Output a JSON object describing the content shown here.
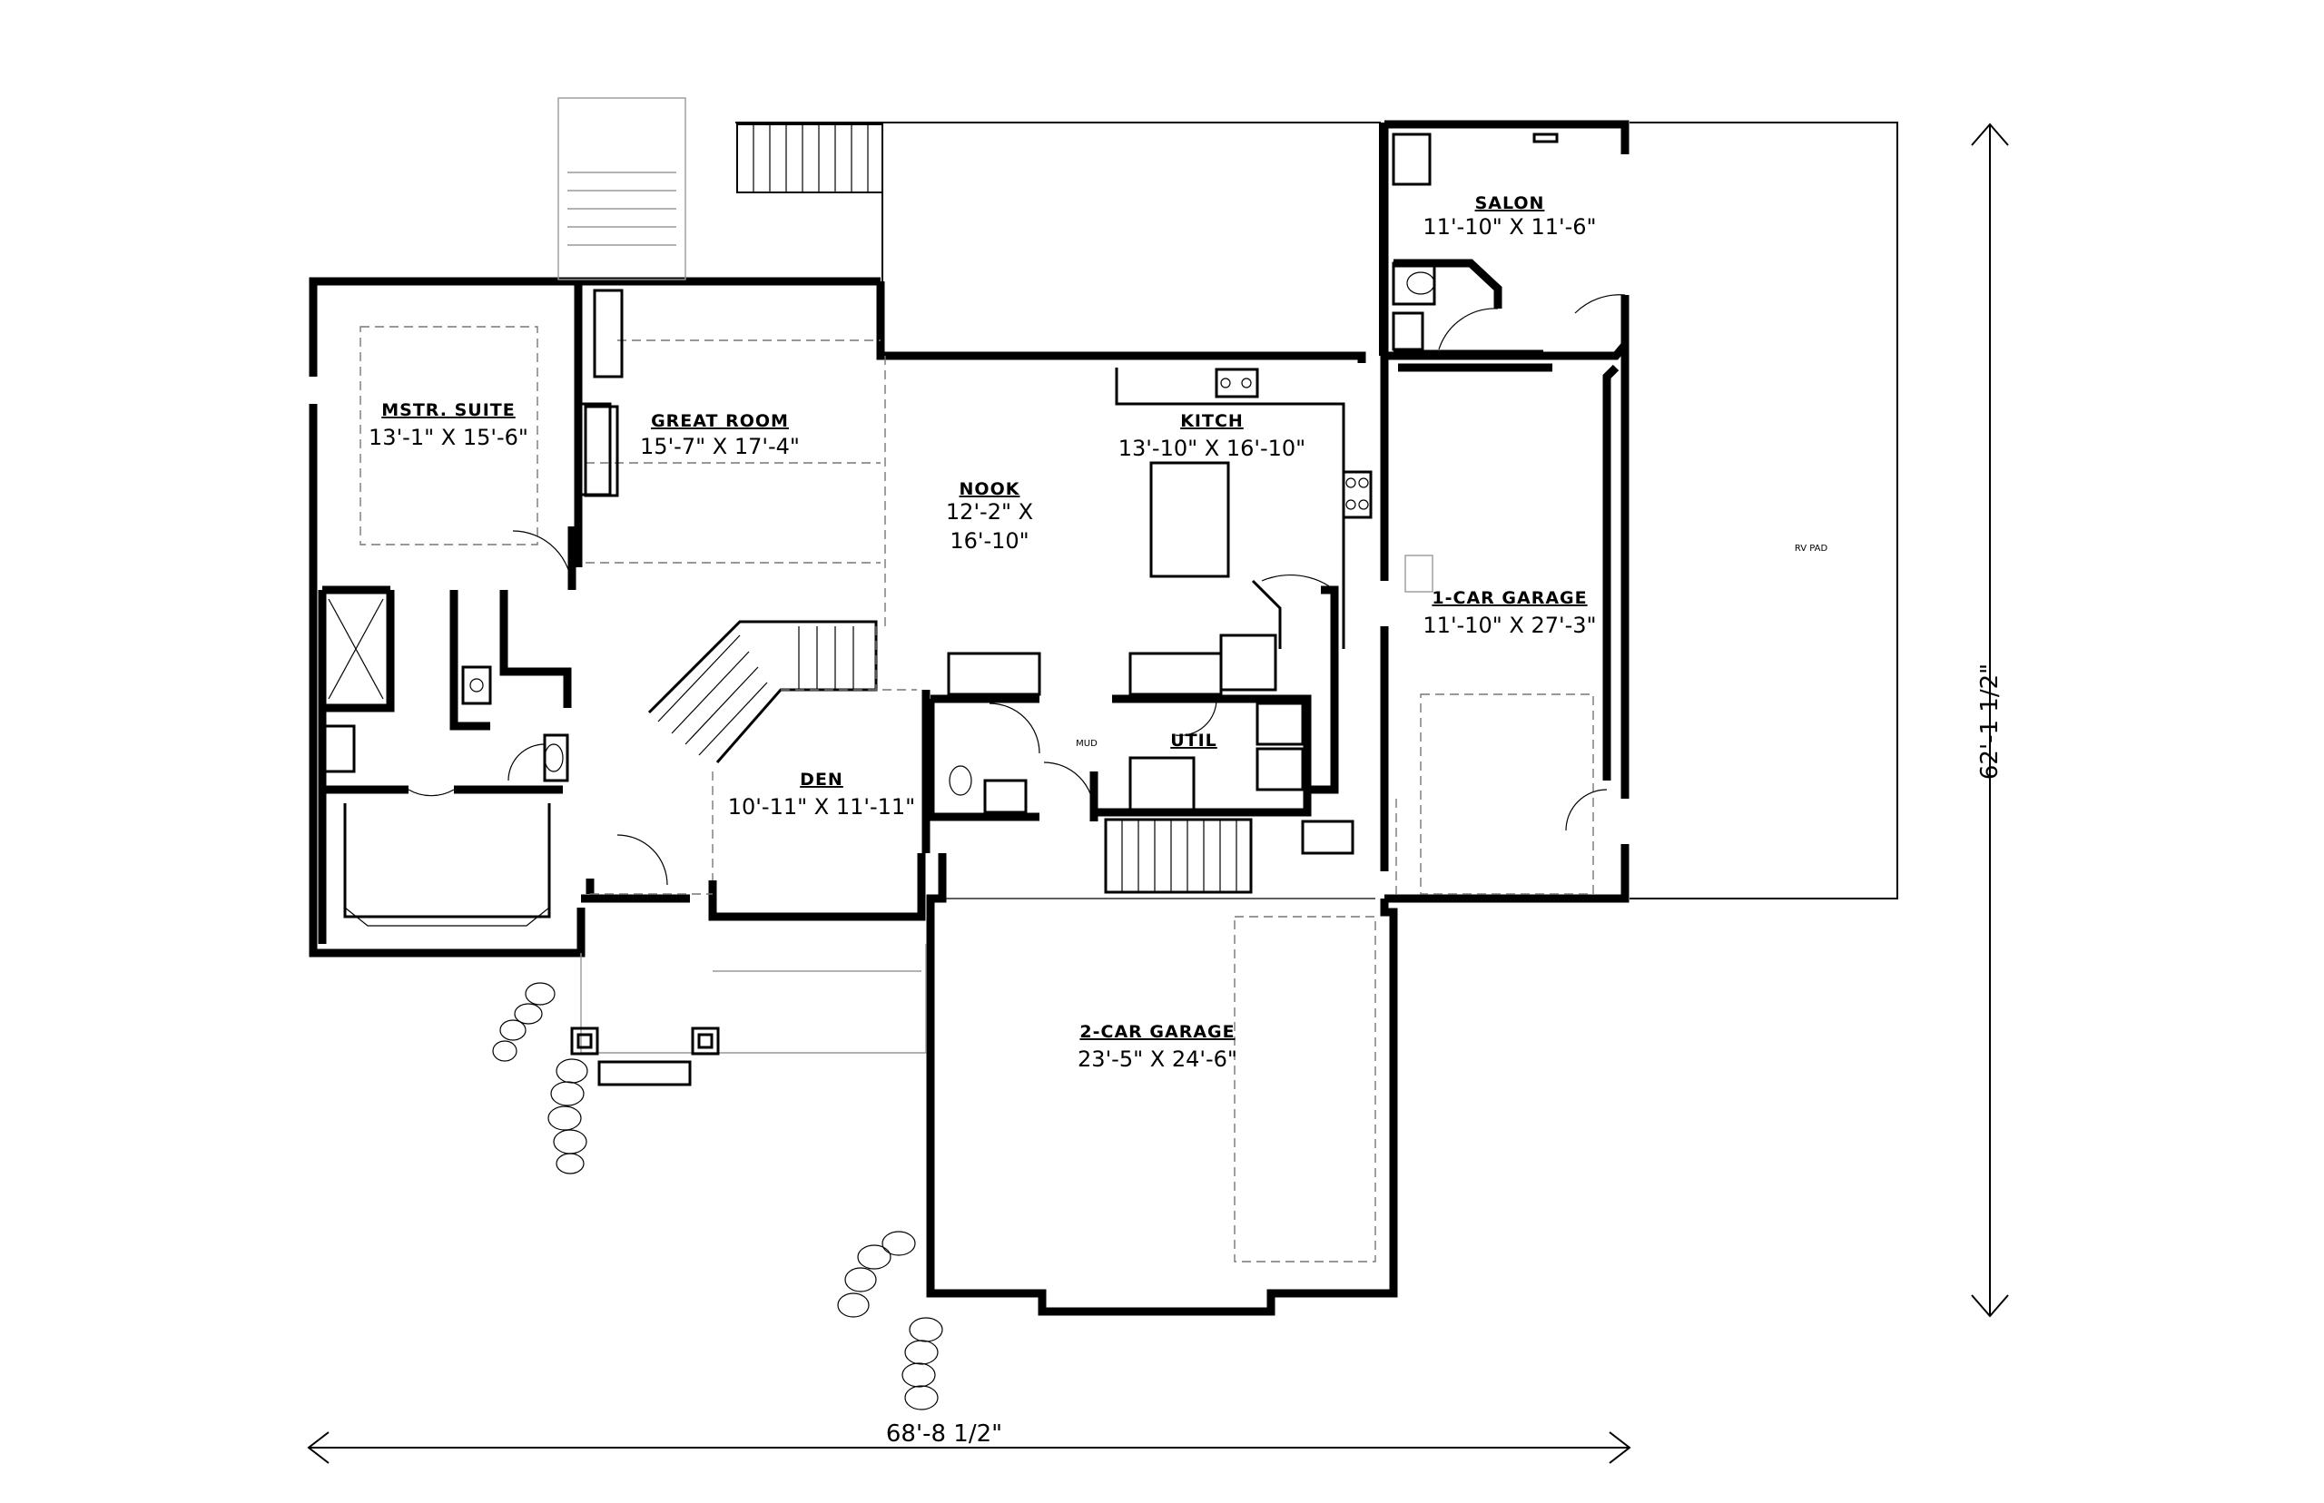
{
  "rooms": {
    "master_suite": {
      "name": "MSTR. SUITE",
      "size": "13'-1\" X 15'-6\""
    },
    "great_room": {
      "name": "GREAT ROOM",
      "size": "15'-7\" X 17'-4\""
    },
    "nook": {
      "name": "NOOK",
      "size_line1": "12'-2\" X",
      "size_line2": "16'-10\""
    },
    "kitchen": {
      "name": "KITCH",
      "size": "13'-10\" X 16'-10\""
    },
    "salon": {
      "name": "SALON",
      "size": "11'-10\" X 11'-6\""
    },
    "one_car_garage": {
      "name": "1-CAR GARAGE",
      "size": "11'-10\" X 27'-3\""
    },
    "rv_pad": {
      "name": "RV PAD"
    },
    "den": {
      "name": "DEN",
      "size": "10'-11\" X 11'-11\""
    },
    "mud": {
      "name": "MUD"
    },
    "util": {
      "name": "UTIL"
    },
    "two_car_garage": {
      "name": "2-CAR GARAGE",
      "size": "23'-5\" X 24'-6\""
    }
  },
  "dimensions": {
    "overall_width": "68'-8 1/2\"",
    "overall_depth": "62'-1 1/2\""
  },
  "colors": {
    "ink": "#000000",
    "hidden_line": "#777777",
    "light_line": "#999999",
    "background": "#ffffff"
  }
}
